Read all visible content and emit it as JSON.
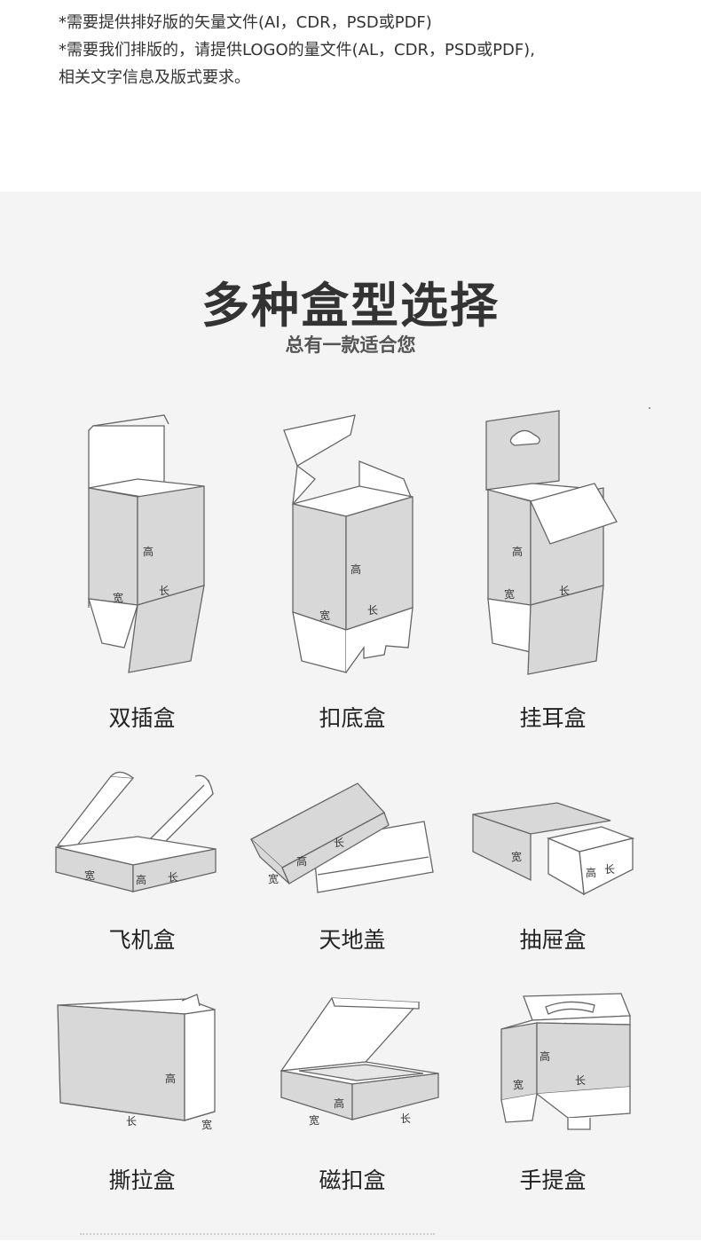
{
  "notes": {
    "line1": "*需要提供排好版的矢量文件(AI，CDR，PSD或PDF)",
    "line2": "*需要我们排版的，请提供LOGO的量文件(AL，CDR，PSD或PDF),",
    "line3": "相关文字信息及版式要求。"
  },
  "section": {
    "title": "多种盒型选择",
    "subtitle": "总有一款适合您"
  },
  "dims": {
    "high": "高",
    "wide": "宽",
    "long": "长"
  },
  "boxes": [
    {
      "name": "双插盒"
    },
    {
      "name": "扣底盒"
    },
    {
      "name": "挂耳盒"
    },
    {
      "name": "飞机盒"
    },
    {
      "name": "天地盖"
    },
    {
      "name": "抽屉盒"
    },
    {
      "name": "撕拉盒"
    },
    {
      "name": "磁扣盒"
    },
    {
      "name": "手提盒"
    }
  ],
  "colors": {
    "panel": "#d9d9d9",
    "line": "#555555",
    "background": "#f4f4f4"
  }
}
